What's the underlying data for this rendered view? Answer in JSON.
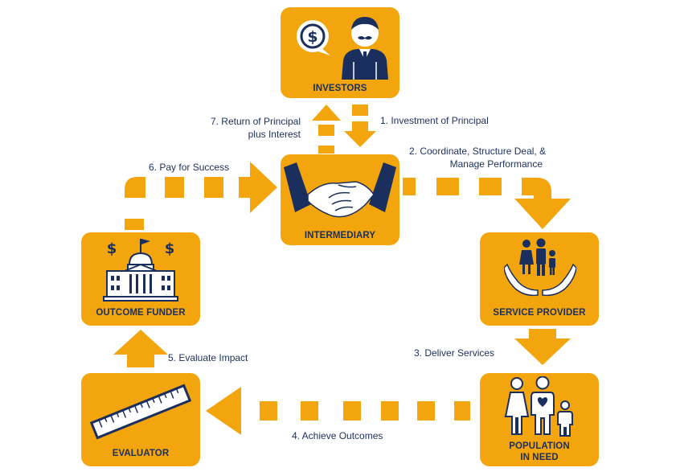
{
  "colors": {
    "accent": "#F2A50C",
    "navy": "#1B2F5E",
    "white": "#FFFFFF"
  },
  "nodes": {
    "investors": "INVESTORS",
    "intermediary": "INTERMEDIARY",
    "service_provider": "SERVICE PROVIDER",
    "population_line1": "POPULATION",
    "population_line2": "IN NEED",
    "evaluator": "EVALUATOR",
    "outcome_funder": "OUTCOME FUNDER"
  },
  "steps": {
    "s1": "1. Investment of Principal",
    "s2_line1": "2. Coordinate, Structure Deal, &",
    "s2_line2": "Manage Performance",
    "s3": "3. Deliver Services",
    "s4": "4. Achieve Outcomes",
    "s5": "5. Evaluate Impact",
    "s6": "6. Pay for Success",
    "s7_line1": "7. Return of Principal",
    "s7_line2": "plus Interest"
  },
  "icons": {
    "investors": "investor-with-dollar-icon",
    "intermediary": "handshake-icon",
    "service_provider": "family-in-hands-icon",
    "population": "family-icon",
    "evaluator": "ruler-icon",
    "outcome_funder": "government-building-icon"
  }
}
